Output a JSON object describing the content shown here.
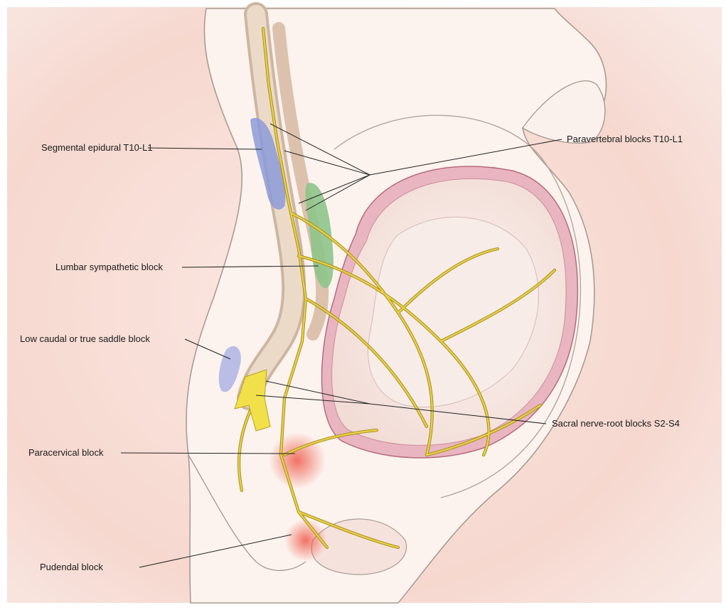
{
  "labels": {
    "segmental_epidural": "Segmental epidural T10-L1",
    "paravertebral": "Paravertebral blocks T10-L1",
    "lumbar_sympathetic": "Lumbar sympathetic block",
    "low_caudal": "Low caudal or true saddle block",
    "sacral_nerve_root": "Sacral nerve-root blocks S2-S4",
    "paracervical": "Paracervical block",
    "pudendal": "Pudendal block"
  },
  "colors": {
    "skin_glow": "#f3c9c0",
    "background_tint": "#faece6",
    "nerve": "#e6cf45",
    "nerve_outline": "#a48a1c",
    "spine_bone": "#e9d6c4",
    "epidural_block": "#8e9bd6",
    "sympathetic_block": "#8fc48a",
    "uterus_wall": "#e8b9c4",
    "fetus": "#f5ebe7",
    "block_glow": "#f07a6a"
  }
}
